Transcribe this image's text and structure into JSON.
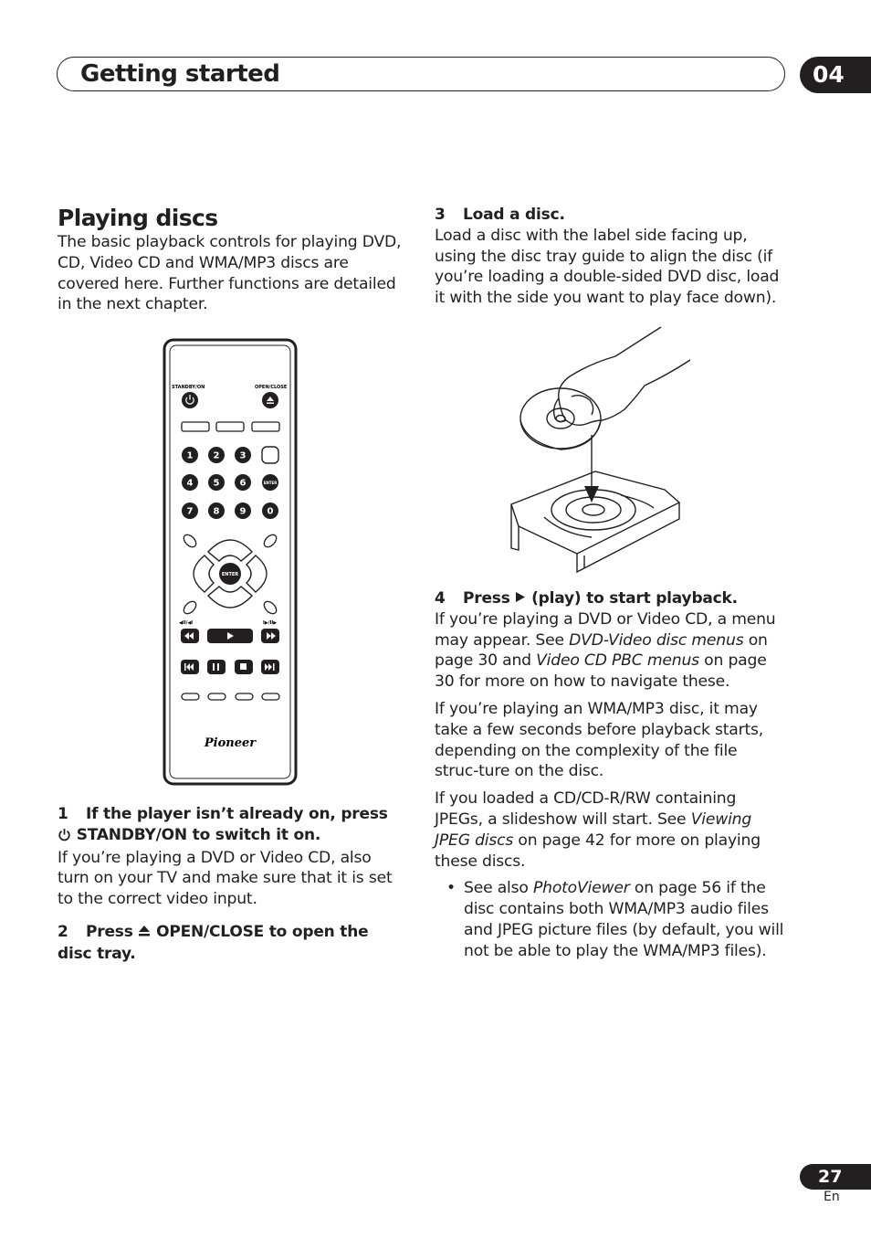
{
  "header": {
    "title": "Getting started",
    "chapter": "04"
  },
  "section": {
    "title": "Playing discs",
    "intro": "The basic playback controls for playing DVD, CD, Video CD and WMA/MP3 discs are covered here. Further functions are detailed in the next chapter."
  },
  "remote": {
    "standby_label": "STANDBY/ON",
    "openclose_label": "OPEN/CLOSE",
    "digits": [
      "1",
      "2",
      "3",
      "4",
      "5",
      "6",
      "7",
      "8",
      "9",
      "0"
    ],
    "enter_small": "ENTER",
    "enter_big": "ENTER",
    "step_back_label": "◀II/◀I",
    "step_fwd_label": "I▶/II▶",
    "brand": "Pioneer"
  },
  "steps": {
    "s1": {
      "num": "1",
      "head_a": "If the player isn’t already on, press",
      "head_b": "STANDBY/ON to switch it on.",
      "body": "If you’re playing a DVD or Video CD, also turn on your TV and make sure that it is set to the correct video input."
    },
    "s2": {
      "num": "2",
      "head_a": "Press",
      "head_b": "OPEN/CLOSE to open the disc tray."
    },
    "s3": {
      "num": "3",
      "head": "Load a disc.",
      "body": "Load a disc with the label side facing up, using the disc tray guide to align the disc (if you’re loading a double-sided DVD disc, load it with the side you want to play face down)."
    },
    "s4": {
      "num": "4",
      "head_a": "Press",
      "head_b": "(play) to start playback.",
      "p1_a": "If you’re playing a DVD or Video CD, a menu may appear. See ",
      "p1_i1": "DVD-Video disc menus",
      "p1_b": " on page 30 and ",
      "p1_i2": "Video CD PBC menus",
      "p1_c": " on page 30 for more on how to navigate these.",
      "p2": "If you’re playing an WMA/MP3 disc, it may take a few seconds before playback starts, depending on the complexity of the file struc-ture on the disc.",
      "p3_a": "If you loaded a CD/CD-R/RW containing JPEGs, a slideshow will start. See ",
      "p3_i": "Viewing JPEG discs",
      "p3_b": " on page 42 for more on playing these discs.",
      "b_a": "See also ",
      "b_i": "PhotoViewer",
      "b_b": " on page 56 if the disc contains both WMA/MP3 audio files and JPEG picture files (by default, you will not be able to play the WMA/MP3 files)."
    }
  },
  "footer": {
    "page": "27",
    "lang": "En"
  }
}
